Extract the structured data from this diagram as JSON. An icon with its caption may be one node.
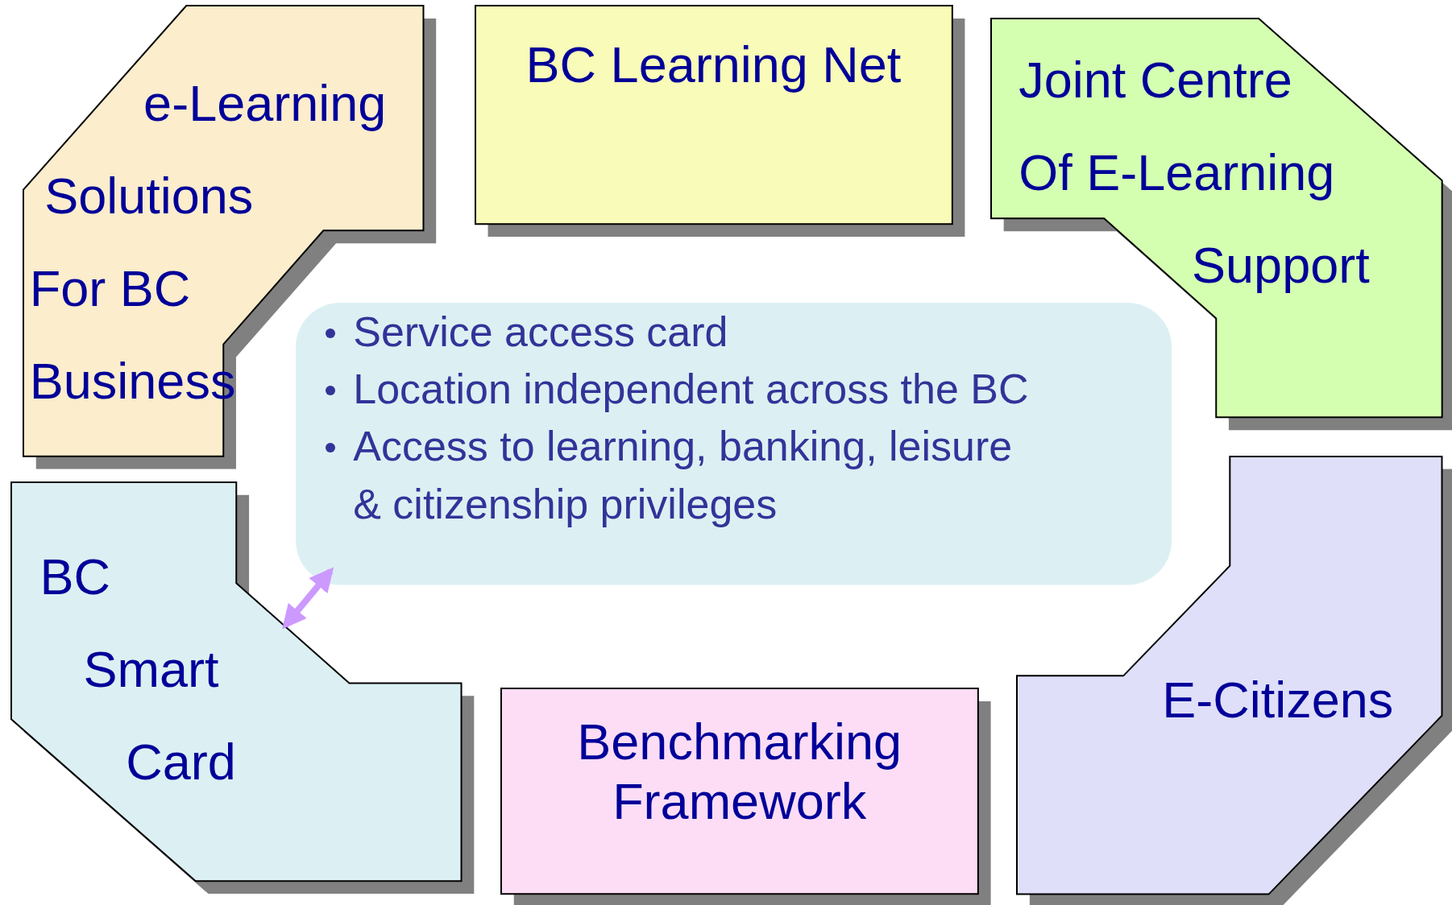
{
  "diagram": {
    "nodes": [
      {
        "text": [
          "e-Learning",
          "Solutions",
          "For BC",
          "Business"
        ]
      },
      {
        "text": [
          "BC Learning Net"
        ]
      },
      {
        "text": [
          "Joint Centre",
          "Of E-Learning",
          "Support"
        ]
      },
      {
        "text": [
          "Service access card",
          "Location independent across the BC",
          "Access to learning, banking, leisure & citizenship privileges"
        ]
      },
      {
        "text": [
          "BC",
          "Smart",
          "Card"
        ]
      },
      {
        "text": [
          "Benchmarking Framework"
        ]
      },
      {
        "text": [
          "E-Citizens"
        ]
      }
    ],
    "edges": [
      {
        "from": 4,
        "to": 3,
        "arrow": "both",
        "color": "#cc99ff"
      }
    ]
  }
}
